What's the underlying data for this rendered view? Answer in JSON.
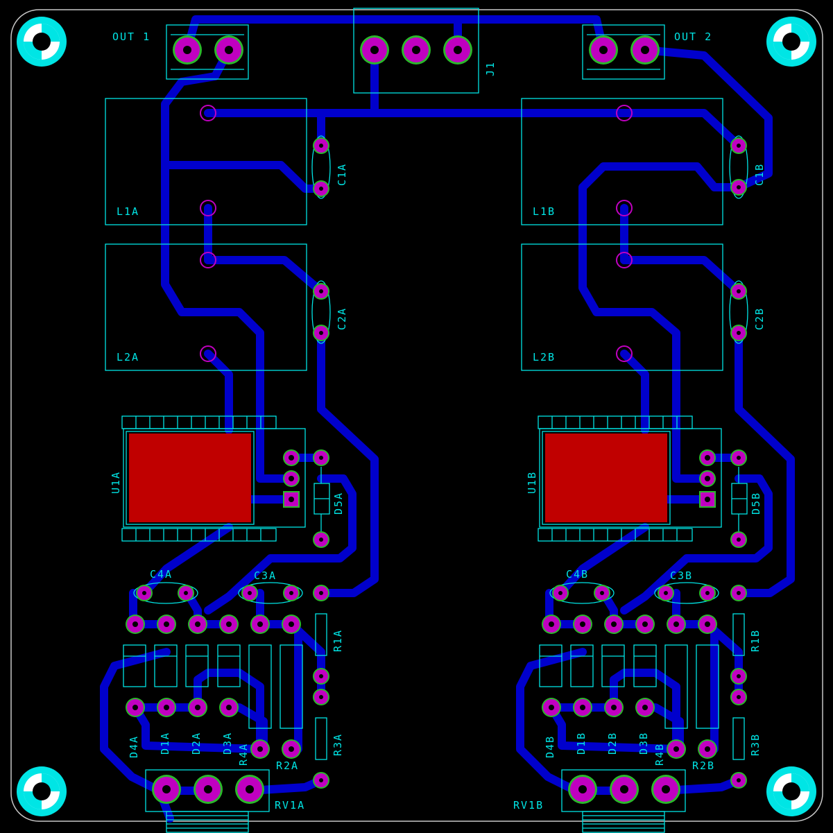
{
  "colors": {
    "background": "#000000",
    "board_outline": "#c8c8c8",
    "trace": "#0000cc",
    "silkscreen": "#00e5e5",
    "pad_ring": "#2bb82b",
    "pad_core": "#c000c0",
    "heatsink": "#c00000"
  },
  "connectors": {
    "out1": "OUT 1",
    "out2": "OUT 2",
    "j1": "J1"
  },
  "channel_a": {
    "inductors": [
      "L1A",
      "L2A"
    ],
    "capacitors": [
      "C1A",
      "C2A",
      "C3A",
      "C4A"
    ],
    "ic": "U1A",
    "diodes": [
      "D1A",
      "D2A",
      "D3A",
      "D4A",
      "D5A"
    ],
    "resistors": [
      "R1A",
      "R2A",
      "R3A",
      "R4A"
    ],
    "pot": "RV1A"
  },
  "channel_b": {
    "inductors": [
      "L1B",
      "L2B"
    ],
    "capacitors": [
      "C1B",
      "C2B",
      "C3B",
      "C4B"
    ],
    "ic": "U1B",
    "diodes": [
      "D1B",
      "D2B",
      "D3B",
      "D4B",
      "D5B"
    ],
    "resistors": [
      "R1B",
      "R2B",
      "R3B",
      "R4B"
    ],
    "pot": "RV1B"
  },
  "icons": [
    "mounting-hole-icon"
  ]
}
